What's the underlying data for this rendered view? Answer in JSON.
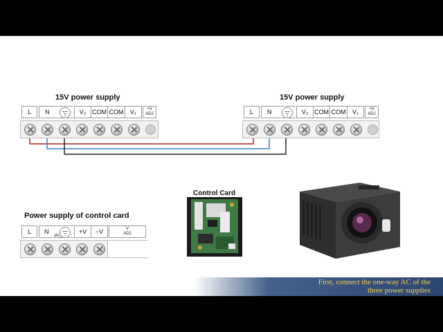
{
  "supplies": [
    {
      "title": "15V power supply",
      "labels": [
        "L",
        "N",
        "V₂",
        "COM",
        "COM",
        "V₁"
      ],
      "adj": {
        "top": "+V",
        "bottom": "ADJ"
      }
    },
    {
      "title": "15V power supply",
      "labels": [
        "L",
        "N",
        "V₂",
        "COM",
        "COM",
        "V₁"
      ],
      "adj": {
        "top": "+V",
        "bottom": "ADJ"
      }
    }
  ],
  "control_supply": {
    "title": "Power supply of control card",
    "labels": [
      "L",
      "N",
      "+V",
      "−V"
    ],
    "n_sub": "(AC)",
    "adj": {
      "top": "V",
      "bottom": "ADJ"
    }
  },
  "control_card": {
    "title": "Control Card"
  },
  "caption": {
    "line1": "First, connect the one-way AC of the",
    "line2": "three power supplies"
  },
  "colors": {
    "wire_L": "#b22222",
    "wire_N": "#3b7dc4",
    "wire_ground": "#222222",
    "caption_text": "#f3d24a"
  }
}
